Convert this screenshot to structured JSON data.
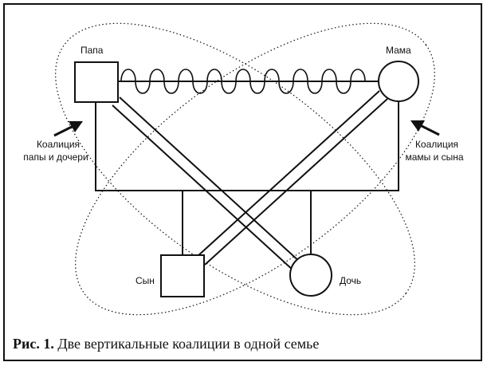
{
  "nodes": {
    "papa": "Папа",
    "mama": "Мама",
    "son": "Сын",
    "daughter": "Дочь"
  },
  "coalitions": {
    "left_line1": "Коалиция",
    "left_line2": "папы и дочери",
    "right_line1": "Коалиция",
    "right_line2": "мамы и сына"
  },
  "caption": {
    "prefix": "Рис. 1.",
    "text": " Две вертикальные коалиции в одной семье"
  }
}
